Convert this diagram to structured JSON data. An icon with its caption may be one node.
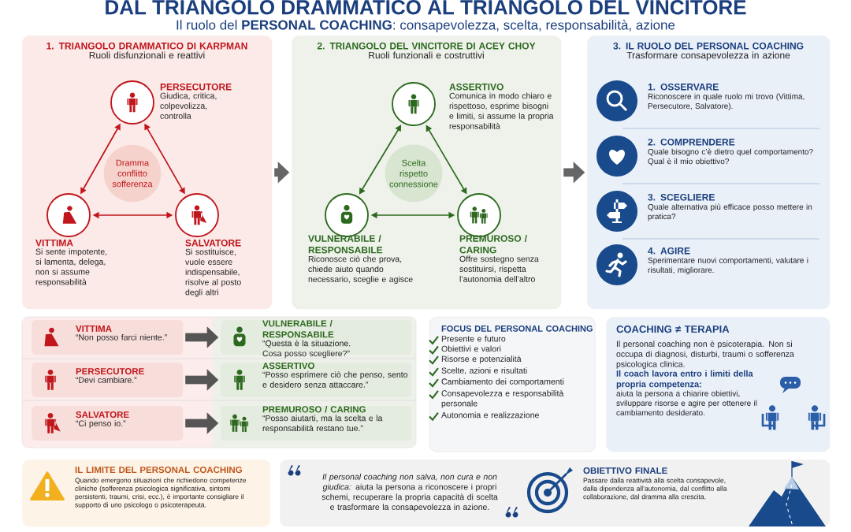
{
  "diagram": {
    "title": "DAL TRIANGOLO DRAMMATICO AL TRIANGOLO DEL VINCITORE",
    "nodes": [
      {
        "text": [
          "1. TRIANGOLO DRAMMATICO DI KARPMAN",
          "Ruoli disfunzionali e reattivi"
        ]
      },
      {
        "text": [
          "PERSECUTORE",
          "Giudica, critica, colpevolizza, controlla"
        ],
        "in": 0
      },
      {
        "text": [
          "VITTIMA",
          "Si sente impotente, si lamenta, delega, non si assume responsabilità"
        ],
        "in": 0
      },
      {
        "text": [
          "SALVATORE",
          "Si sostituisce, vuole essere indispensabile, risolve al posto degli altri"
        ],
        "in": 0
      },
      {
        "text": [
          "Dramma conflitto sofferenza"
        ],
        "in": 0
      },
      {
        "text": [
          "2. TRIANGOLO DEL VINCITORE DI ACEY CHOY",
          "Ruoli funzionali e costruttivi"
        ]
      },
      {
        "text": [
          "ASSERTIVO",
          "Comunica in modo chiaro e rispettoso, esprime bisogni e limiti, si assume la propria responsabilità"
        ],
        "in": 5
      },
      {
        "text": [
          "VULNERABILE / RESPONSABILE",
          "Riconosce ciò che prova, chiede aiuto quando necessario, sceglie e agisce"
        ],
        "in": 5
      },
      {
        "text": [
          "PREMUROSO / CARING",
          "Offre sostegno senza sostituirsi, rispetta l’autonomia dell’altro"
        ],
        "in": 5
      },
      {
        "text": [
          "Scelta rispetto connessione"
        ],
        "in": 5
      },
      {
        "text": [
          "3. IL RUOLO DEL PERSONAL COACHING",
          "Trasformare consapevolezza in azione"
        ]
      },
      {
        "text": [
          "1. OSSERVARE",
          "Riconoscere in quale ruolo mi trovo (Vittima, Persecutore, Salvatore)."
        ],
        "in": 10
      },
      {
        "text": [
          "2. COMPRENDERE",
          "Quale bisogno c’è dietro quel comportamento? Qual è il mio obiettivo?"
        ],
        "in": 10
      },
      {
        "text": [
          "3. SCEGLIERE",
          "Quale alternativa più efficace posso mettere in pratica?"
        ],
        "in": 10
      },
      {
        "text": [
          "4. AGIRE",
          "Sperimentare nuovi comportamenti, valutare i risultati, migliorare."
        ],
        "in": 10
      },
      {
        "text": [],
        "shape": "box"
      },
      {
        "text": [
          "VITTIMA",
          "“Non posso farci niente.”"
        ],
        "in": 15
      },
      {
        "text": [
          "VULNERABILE / RESPONSABILE",
          "“Questa è la situazione. Cosa posso scegliere?”"
        ],
        "in": 15
      },
      {
        "text": [
          "PERSECUTORE",
          "“Devi cambiare.”"
        ],
        "in": 15
      },
      {
        "text": [
          "ASSERTIVO",
          "“Posso esprimere ciò che penso, sento e desidero senza attaccare.”"
        ],
        "in": 15
      },
      {
        "text": [
          "SALVATORE",
          "“Ci penso io.”"
        ],
        "in": 15
      },
      {
        "text": [
          "PREMUROSO / CARING",
          "“Posso aiutarti, ma la scelta e la responsabilità restano tue.”"
        ],
        "in": 15
      },
      {
        "text": [
          "FOCUS DEL PERSONAL COACHING",
          "Presente e futuro",
          "Obiettivi e valori",
          "Risorse e potenzialità",
          "Scelte, azioni e risultati",
          "Cambiamento dei comportamenti",
          "Consapevolezza e responsabilità personale",
          "Autonomia e realizzazione"
        ]
      },
      {
        "text": [
          "COACHING ≠ TERAPIA",
          "Il personal coaching non è psicoterapia. Non si occupa di diagnosi, disturbi, traumi o sofferenza psicologica clinica.",
          "Il coach lavora entro i limiti della propria competenza:",
          "aiuta la persona a chiarire obiettivi, sviluppare risorse e agire per ottenere il cambiamento desiderato."
        ]
      },
      {
        "text": [
          "IL LIMITE DEL PERSONAL COACHING",
          "Quando emergono situazioni che richiedono competenze cliniche (sofferenza psicologica significativa, sintomi persistenti, traumi, crisi, ecc.), è importante consigliare il supporto di uno psicologo o psicoterapeuta."
        ]
      },
      {
        "text": [
          "*Il personal coaching non salva, non cura e non giudica:* aiuta la persona a riconoscere i propri schemi, recuperare la propria capacità di scelta e trasformare la consapevolezza in azione."
        ]
      },
      {
        "text": [
          "OBIETTIVO FINALE",
          "Passare dalla reattività alla scelta consapevole, dalla dipendenza all’autonomia, dal conflitto alla collaborazione, dal dramma alla crescita."
        ],
        "in": 25
      }
    ],
    "edges": [
      {
        "from": 1,
        "to": 2,
        "arrow": "both",
        "color": "#c0161c"
      },
      {
        "from": 1,
        "to": 3,
        "arrow": "both",
        "color": "#c0161c"
      },
      {
        "from": 2,
        "to": 3,
        "arrow": "both",
        "color": "#c0161c"
      },
      {
        "from": 6,
        "to": 7,
        "arrow": "both",
        "color": "#2d6a1f"
      },
      {
        "from": 6,
        "to": 8,
        "arrow": "both",
        "color": "#2d6a1f"
      },
      {
        "from": 7,
        "to": 8,
        "arrow": "both",
        "color": "#2d6a1f"
      },
      {
        "from": 0,
        "to": 5,
        "arrow": "to",
        "style": "thick",
        "color": "#666666"
      },
      {
        "from": 5,
        "to": 10,
        "arrow": "to",
        "style": "thick",
        "color": "#666666"
      },
      {
        "from": 16,
        "to": 17,
        "arrow": "to",
        "style": "thick",
        "color": "#555555"
      },
      {
        "from": 18,
        "to": 19,
        "arrow": "to",
        "style": "thick",
        "color": "#555555"
      },
      {
        "from": 20,
        "to": 21,
        "arrow": "to",
        "style": "thick",
        "color": "#555555"
      }
    ],
    "labels": [
      "Il ruolo del **PERSONAL COACHING**: consapevolezza, scelta, responsabilità, azione"
    ]
  }
}
